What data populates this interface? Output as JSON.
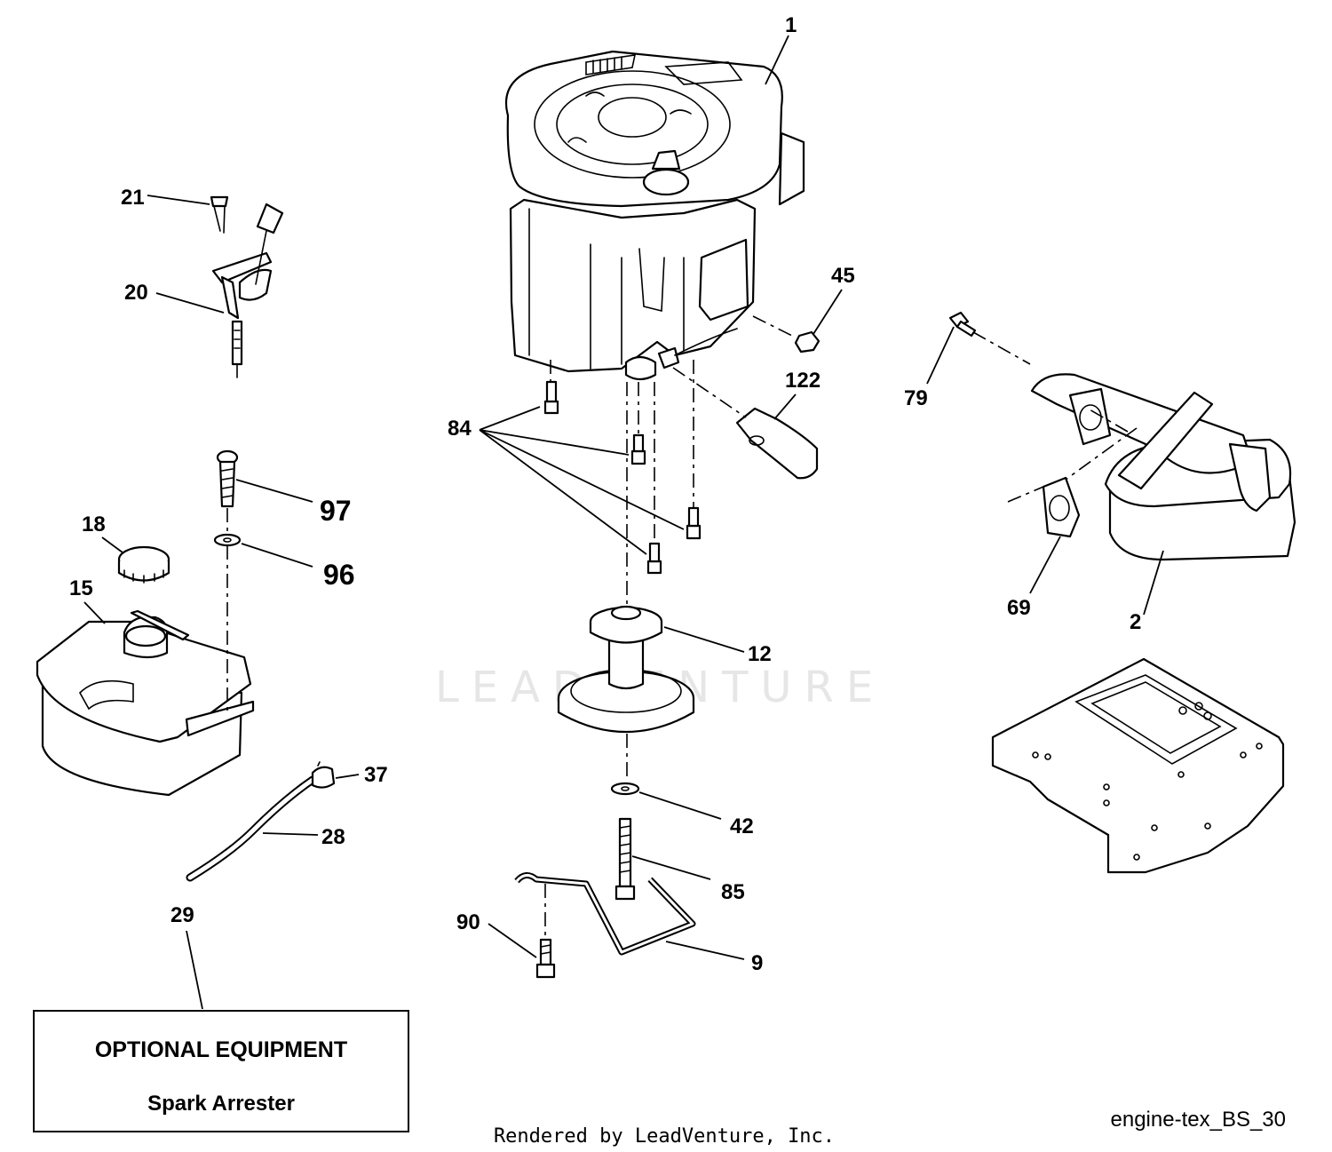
{
  "watermark": "LEADVENTURE",
  "callouts": [
    {
      "id": "1",
      "label": "1"
    },
    {
      "id": "2",
      "label": "2"
    },
    {
      "id": "9",
      "label": "9"
    },
    {
      "id": "12",
      "label": "12"
    },
    {
      "id": "15",
      "label": "15"
    },
    {
      "id": "18",
      "label": "18"
    },
    {
      "id": "20",
      "label": "20"
    },
    {
      "id": "21",
      "label": "21"
    },
    {
      "id": "28",
      "label": "28"
    },
    {
      "id": "29",
      "label": "29"
    },
    {
      "id": "37",
      "label": "37"
    },
    {
      "id": "42",
      "label": "42"
    },
    {
      "id": "45",
      "label": "45"
    },
    {
      "id": "69",
      "label": "69"
    },
    {
      "id": "79",
      "label": "79"
    },
    {
      "id": "84",
      "label": "84"
    },
    {
      "id": "85",
      "label": "85"
    },
    {
      "id": "90",
      "label": "90"
    },
    {
      "id": "96",
      "label": "96"
    },
    {
      "id": "97",
      "label": "97"
    },
    {
      "id": "122",
      "label": "122"
    }
  ],
  "optional_box": {
    "title": "OPTIONAL EQUIPMENT",
    "subtitle": "Spark Arrester"
  },
  "footer": {
    "rendered_by": "Rendered by LeadVenture, Inc.",
    "diagram_id": "engine-tex_BS_30"
  }
}
